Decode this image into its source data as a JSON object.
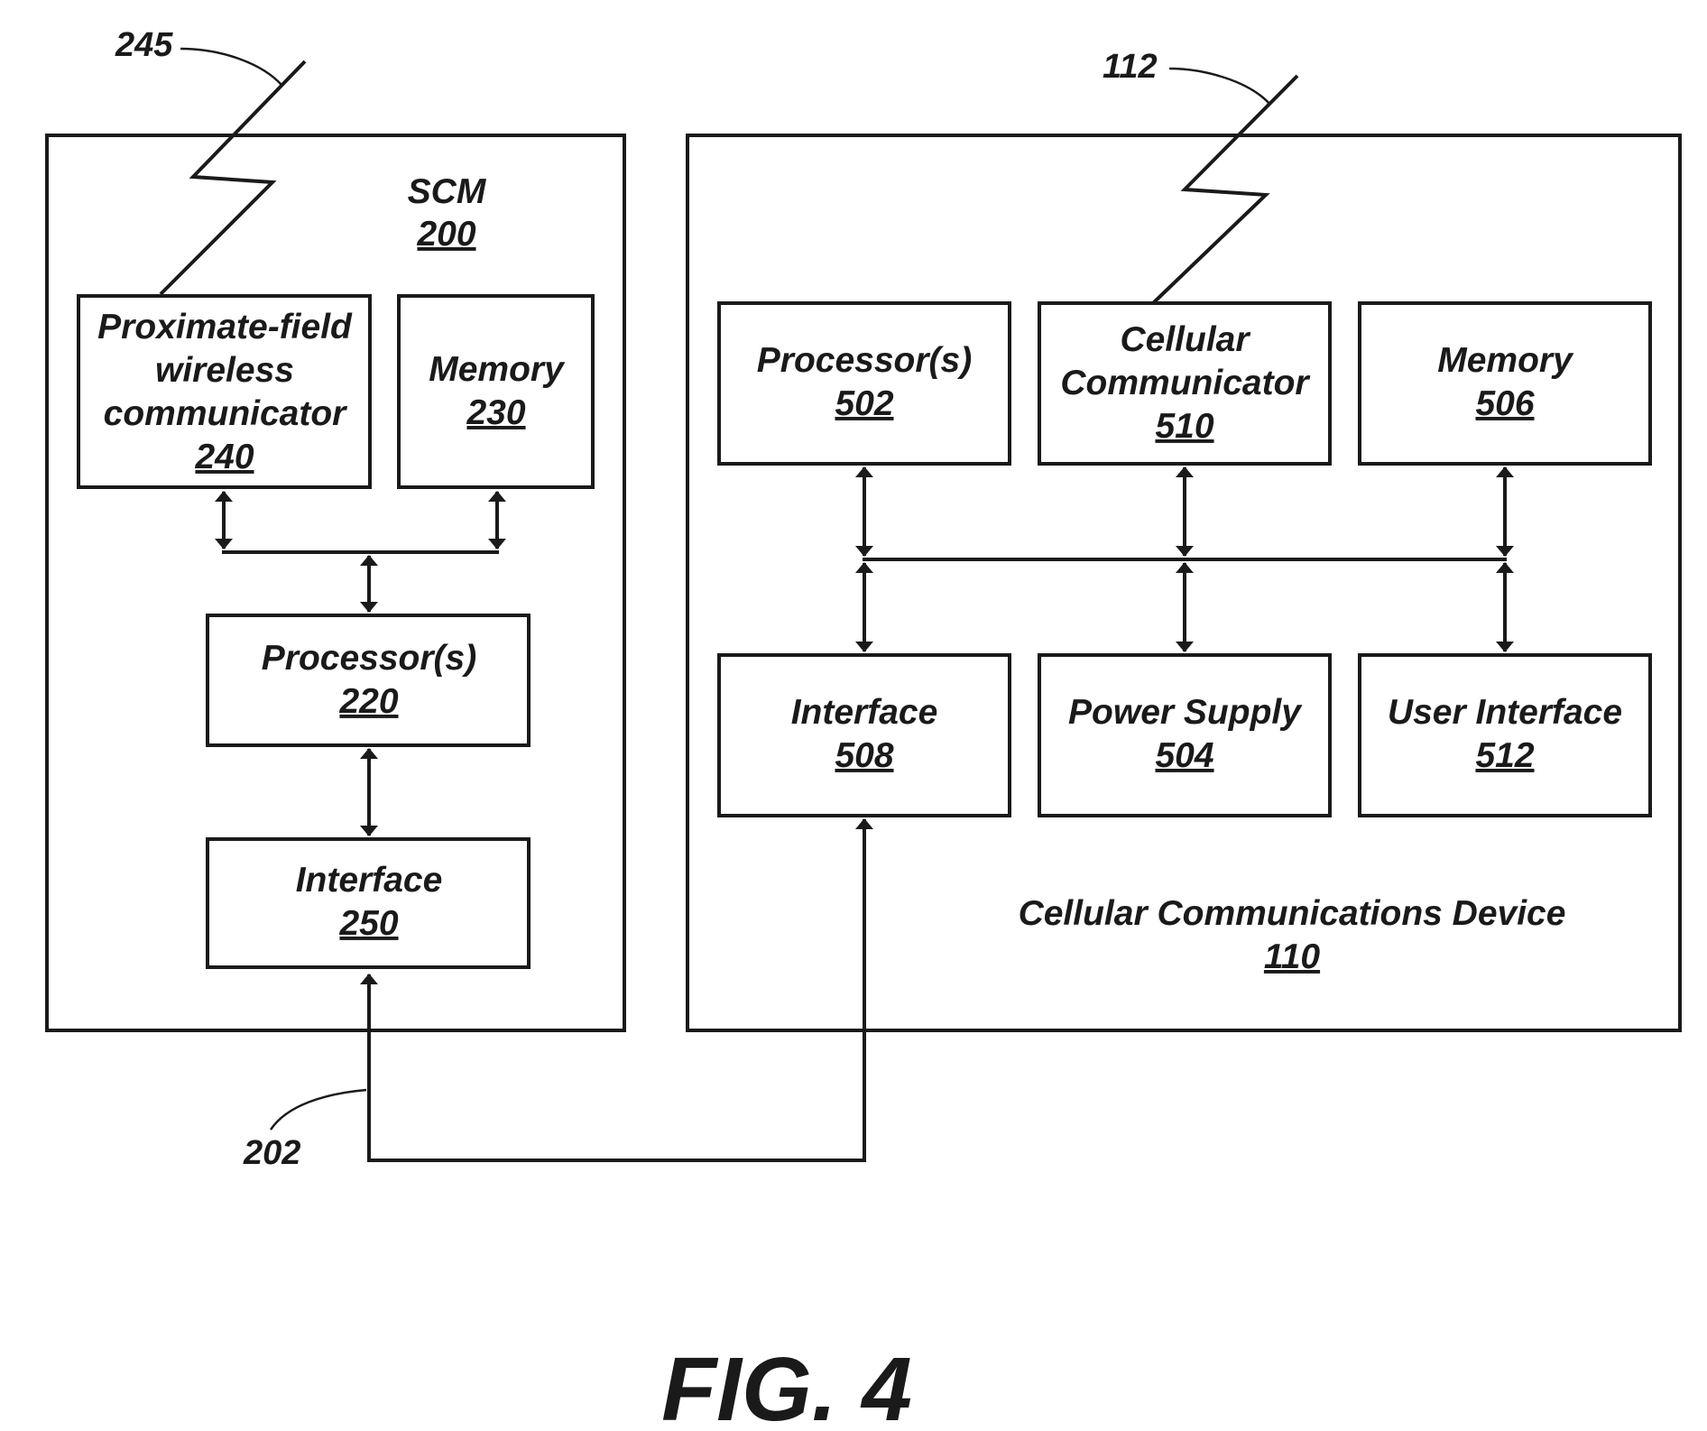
{
  "scm": {
    "title": "SCM",
    "number": "200",
    "antenna_ref": "245",
    "proximate": {
      "line1": "Proximate-field",
      "line2": "wireless",
      "line3": "communicator",
      "number": "240"
    },
    "memory": {
      "label": "Memory",
      "number": "230"
    },
    "processor": {
      "label": "Processor(s)",
      "number": "220"
    },
    "interface": {
      "label": "Interface",
      "number": "250"
    }
  },
  "device": {
    "title": "Cellular Communications Device",
    "number": "110",
    "antenna_ref": "112",
    "processor": {
      "label": "Processor(s)",
      "number": "502"
    },
    "cellular": {
      "line1": "Cellular",
      "line2": "Communicator",
      "number": "510"
    },
    "memory": {
      "label": "Memory",
      "number": "506"
    },
    "interface": {
      "label": "Interface",
      "number": "508"
    },
    "power": {
      "label": "Power Supply",
      "number": "504"
    },
    "user_interface": {
      "label": "User Interface",
      "number": "512"
    }
  },
  "connection_ref": "202",
  "figure_label": "FIG. 4"
}
